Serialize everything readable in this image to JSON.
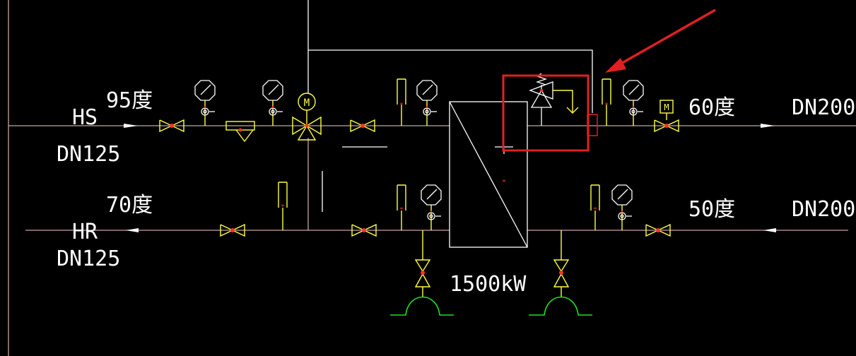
{
  "labels": {
    "supply_temp": "95度",
    "supply_code": "HS",
    "supply_size": "DN125",
    "return_temp": "70度",
    "return_code": "HR",
    "return_size": "DN125",
    "secondary_supply_temp": "60度",
    "secondary_supply_size": "DN200",
    "secondary_return_temp": "50度",
    "secondary_return_size": "DN200",
    "exchanger_capacity": "1500kW",
    "motor_letter_1": "M",
    "motor_letter_2": "M"
  },
  "colors": {
    "background": "#000000",
    "pipe": "#c9a3a3",
    "equipment": "#ffff44",
    "frame": "#ffffff",
    "annotation": "#e02020",
    "drain": "#22dd22",
    "point": "#ff3030"
  },
  "icons": {
    "pressure_gauge": "pressure-gauge-icon",
    "gate_valve": "gate-valve-icon",
    "three_way_valve": "three-way-motorized-valve-icon",
    "strainer": "y-strainer-icon",
    "thermometer": "thermometer-icon",
    "relief_valve": "pressure-relief-valve-icon",
    "drain": "drain-funnel-icon",
    "arrow": "annotation-arrow-icon"
  }
}
